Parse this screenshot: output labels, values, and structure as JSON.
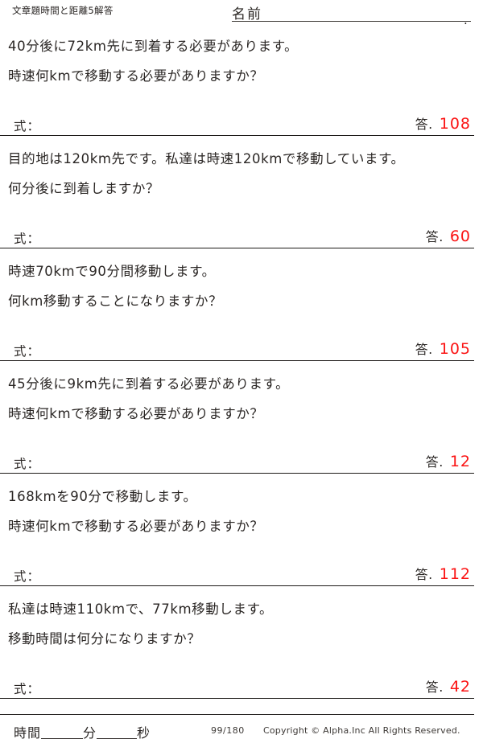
{
  "header": {
    "worksheet_title": "文章題時間と距離5解答",
    "name_label": "名前",
    "name_value": "",
    "name_trailing_dot": "."
  },
  "labels": {
    "shiki": "式：",
    "kotae": "答."
  },
  "problems": [
    {
      "line1": "40分後に72km先に到着する必要があります。",
      "line2": "時速何kmで移動する必要がありますか？",
      "shiki_work": "",
      "answer": "108"
    },
    {
      "line1": "目的地は120km先です。私達は時速120kmで移動しています。",
      "line2": "何分後に到着しますか？",
      "shiki_work": "",
      "answer": "60"
    },
    {
      "line1": "時速70kmで90分間移動します。",
      "line2": "何km移動することになりますか？",
      "shiki_work": "",
      "answer": "105"
    },
    {
      "line1": "45分後に9km先に到着する必要があります。",
      "line2": "時速何kmで移動する必要がありますか？",
      "shiki_work": "",
      "answer": "12"
    },
    {
      "line1": "168kmを90分で移動します。",
      "line2": "時速何kmで移動する必要がありますか？",
      "shiki_work": "",
      "answer": "112"
    },
    {
      "line1": "私達は時速110kmで、77km移動します。",
      "line2": "移動時間は何分になりますか？",
      "shiki_work": "",
      "answer": "42"
    }
  ],
  "footer": {
    "time_label": "時間",
    "minute_label": "分",
    "second_label": "秒",
    "minute_value": "",
    "second_value": "",
    "page_number": "99/180",
    "copyright": "Copyright ©  Alpha.Inc All Rights Reserved."
  },
  "colors": {
    "answer_red": "#fb1414",
    "ink": "#2a2624",
    "rule": "#1d1a18",
    "paper": "#ffffff"
  }
}
